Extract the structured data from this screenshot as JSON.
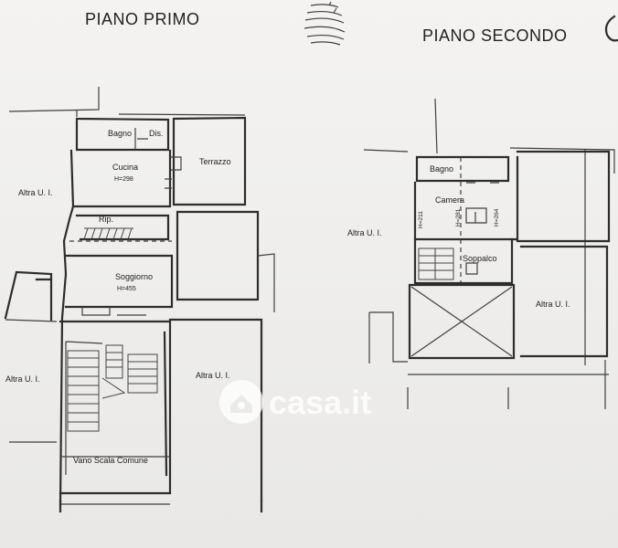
{
  "first_floor": {
    "title": "PIANO PRIMO",
    "rooms": {
      "bagno": "Bagno",
      "dis": "Dis.",
      "terrazzo": "Terrazzo",
      "cucina": "Cucina",
      "cucina_height": "H=298",
      "rip": "Rip.",
      "soggiorno": "Soggiorno",
      "soggiorno_height": "H=455",
      "vano_scala": "Vano Scala Comune"
    },
    "neighbors": {
      "left_top": "Altra U. I.",
      "left_bottom": "Altra U. I.",
      "right_bottom": "Altra U. I."
    }
  },
  "second_floor": {
    "title": "PIANO SECONDO",
    "rooms": {
      "bagno": "Bagno",
      "camera": "Camera",
      "soppalco": "Soppalco",
      "h1": "H=211",
      "h2": "H=281",
      "h3": "H=264"
    },
    "neighbors": {
      "left": "Altra U. I.",
      "right": "Altra U. I."
    }
  },
  "watermark": {
    "text": "casa.it",
    "icon": "house-logo-icon"
  }
}
